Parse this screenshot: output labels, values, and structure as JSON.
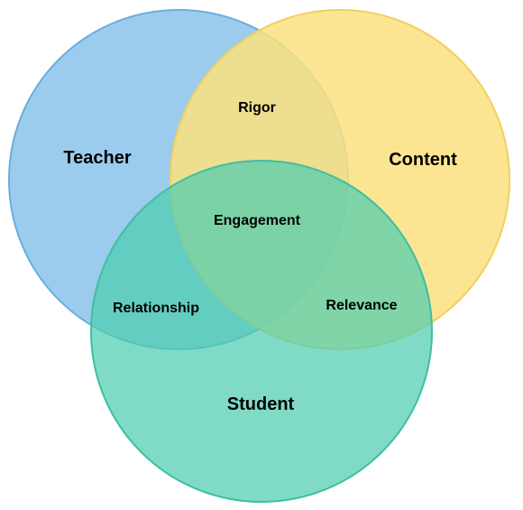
{
  "diagram": {
    "type": "venn",
    "circles": [
      {
        "label": "Teacher",
        "fill": "#8ec5ea",
        "stroke": "#69aedd"
      },
      {
        "label": "Content",
        "fill": "#fce28a",
        "stroke": "#f3d165"
      },
      {
        "label": "Student",
        "fill": "#5fd2b7",
        "stroke": "#45c3a6"
      }
    ],
    "overlaps": {
      "teacher_content": "Rigor",
      "teacher_student": "Relationship",
      "content_student": "Relevance",
      "all": "Engagement"
    }
  }
}
